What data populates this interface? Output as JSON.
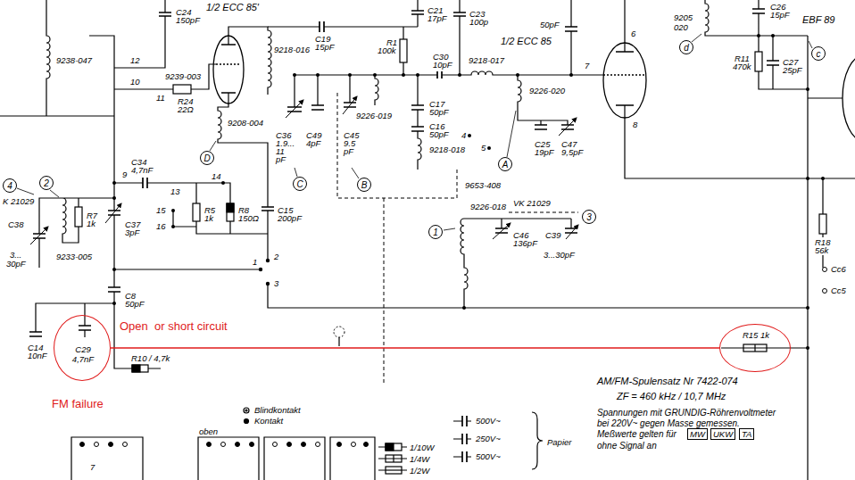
{
  "diagram": {
    "nodes": [
      {
        "text": [
          "d"
        ]
      },
      {
        "text": [
          "c"
        ]
      },
      {
        "text": [
          "D"
        ]
      },
      {
        "text": [
          "A"
        ]
      },
      {
        "text": [
          "4"
        ]
      },
      {
        "text": [
          "2"
        ]
      },
      {
        "text": [
          "C"
        ]
      },
      {
        "text": [
          "B"
        ]
      },
      {
        "text": [
          "3"
        ]
      },
      {
        "text": [
          "1"
        ]
      },
      {
        "text": [
          "C29 4,7nF"
        ]
      },
      {
        "text": [
          "R15 1k"
        ]
      }
    ],
    "edges": [
      {
        "from": 10,
        "to": 11,
        "arrow": "none"
      }
    ],
    "labels": [
      "C24",
      "150pF",
      "1/2 ECC 85'",
      "12",
      "10",
      "11",
      "9239-003",
      "R24",
      "22Ω",
      "9218-016",
      "C19",
      "15pF",
      "9238-047",
      "9208-004",
      "C21",
      "17pF",
      "C23",
      "100p",
      "50pF",
      "R1",
      "100k",
      "1/2 ECC 85",
      "9218-017",
      "C30",
      "10pF",
      "9226-020",
      "9205 020",
      "C26",
      "15pF",
      "R11",
      "470k",
      "C27",
      "25pF",
      "EBF 89",
      "6",
      "7",
      "8",
      "C36",
      "1,9...",
      "11",
      "pF",
      "C49",
      "4pF",
      "C45",
      "9,5",
      "pF",
      "9226-019",
      "C16",
      "50pF",
      "9218-018",
      "C17",
      "50pF",
      "4",
      "5",
      "C25",
      "19pF",
      "C47",
      "9,5pF",
      "C34",
      "4,7nF",
      "9",
      "13",
      "14",
      "15",
      "16",
      "R5",
      "1k",
      "R8",
      "150Ω",
      "C15",
      "200pF",
      "K 21029",
      "C38",
      "3...",
      "30pF",
      "R7",
      "1k",
      "9233-005",
      "C37",
      "3pF",
      "C8",
      "50pF",
      "C14",
      "10nF",
      "R10 / 4,7k",
      "1",
      "2",
      "3",
      "9653-408",
      "9226-018",
      "VK 21029",
      "C46",
      "136pF",
      "C39",
      "3...30pF",
      "R18",
      "56k",
      "Cc6",
      "Cc5",
      "Open  or short circuit",
      "FM failure",
      "oben",
      "7",
      "Papier",
      "AM/FM-Spulensatz Nr 7422-074",
      "ZF = 460 kHz / 10,7 MHz",
      "Spannungen mit GRUNDIG-Röhrenvoltmeter",
      "bei 220V~ gegen Masse gemessen.",
      "Meßwerte gelten für",
      "MW",
      "UKW",
      "TA",
      "ohne Signal an"
    ],
    "legend": [
      {
        "text": "Blindkontakt"
      },
      {
        "text": "Kontakt"
      },
      {
        "text": "1/10W"
      },
      {
        "text": "1/4W"
      },
      {
        "text": "1/2W"
      },
      {
        "text": "500V~"
      },
      {
        "text": "250V~"
      },
      {
        "text": "500V~"
      }
    ]
  }
}
